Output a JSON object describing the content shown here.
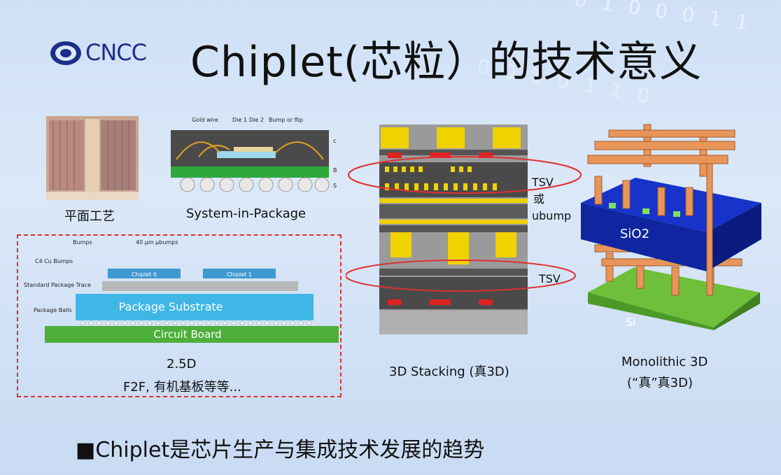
{
  "header": {
    "logo_text": "CNCC",
    "title": "Chiplet(芯粒）的技术意义"
  },
  "panels": {
    "planar": {
      "caption": "平面工艺"
    },
    "sip": {
      "caption": "System-in-Package",
      "labels": [
        "Gold wire",
        "Die 1",
        "Die 2",
        "Bump or flip"
      ],
      "side_labels": [
        "c",
        "B",
        "S"
      ]
    },
    "package_2_5d": {
      "labels": {
        "bumps": "Bumps",
        "microbumps": "40 μm μbumps",
        "c4": "C4 Cu Bumps",
        "standard_trace": "Standard Package Trace",
        "balls": "Package Balls",
        "chiplet_a": "Chiplet 0",
        "chiplet_b": "Chiplet 1",
        "substrate": "Package Substrate",
        "board": "Circuit Board"
      },
      "caption_line1": "2.5D",
      "caption_line2": "F2F, 有机基板等等..."
    },
    "stacking_3d": {
      "tsv_top": "TSV",
      "or_label": "或",
      "ubump": "ubump",
      "tsv_bottom": "TSV",
      "caption": "3D Stacking (真3D)"
    },
    "monolithic": {
      "sio2": "SiO2",
      "si": "Si",
      "caption_line1": "Monolithic 3D",
      "caption_line2": "(“真”真3D)"
    }
  },
  "footer": {
    "bullet_text": "■Chiplet是芯片生产与集成技术发展的趋势"
  },
  "colors": {
    "accent_red": "#e03030",
    "substrate_blue": "#3fb6e6",
    "board_green": "#4caf3a",
    "sio2_blue": "#1733c9",
    "si_green": "#6fbf3a",
    "copper": "#e8955a",
    "gold": "#f0d200"
  }
}
